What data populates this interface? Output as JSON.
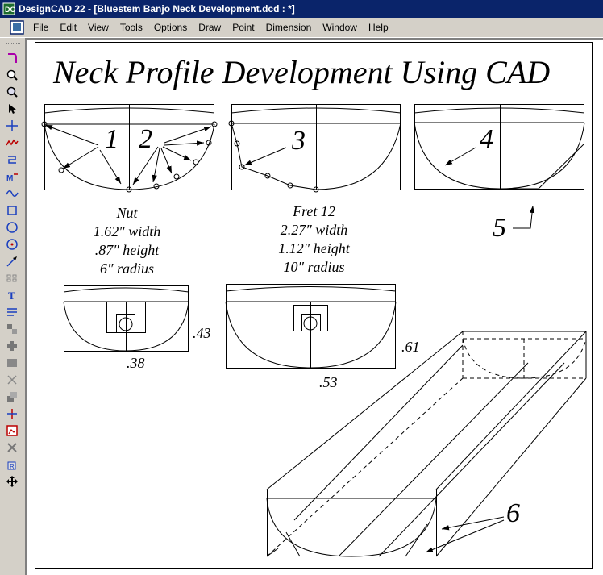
{
  "window": {
    "title": "DesignCAD 22 - [Bluestem Banjo Neck Development.dcd : *]"
  },
  "menu": {
    "items": [
      "File",
      "Edit",
      "View",
      "Tools",
      "Options",
      "Draw",
      "Point",
      "Dimension",
      "Window",
      "Help"
    ]
  },
  "toolbar": {
    "tools": [
      "curve-tool-icon",
      "zoom-in-icon",
      "zoom-window-icon",
      "select-arrow-icon",
      "crosshair-icon",
      "polyline-icon",
      "double-line-icon",
      "dimension-icon",
      "curve-icon",
      "rectangle-icon",
      "circle-icon",
      "circle-center-icon",
      "arrow-icon",
      "grid-icon",
      "text-icon",
      "text-list-icon",
      "snap-icon",
      "block-icon",
      "fill-icon",
      "trim-icon",
      "layer-icon",
      "point-icon",
      "image-icon",
      "delete-icon",
      "rotate-icon",
      "move-icon"
    ]
  },
  "drawing": {
    "title": "Neck Profile Development Using CAD",
    "step_labels": [
      "1",
      "2",
      "3",
      "4",
      "5",
      "6"
    ],
    "nut": {
      "heading": "Nut",
      "width": "1.62″ width",
      "height": ".87″ height",
      "radius": "6″ radius"
    },
    "fret": {
      "heading": "Fret 12",
      "width": "2.27″ width",
      "height": "1.12″ height",
      "radius": "10″ radius"
    },
    "dims": {
      "nut_side": ".43",
      "nut_bottom": ".38",
      "fret_side": ".61",
      "fret_bottom": ".53"
    }
  }
}
